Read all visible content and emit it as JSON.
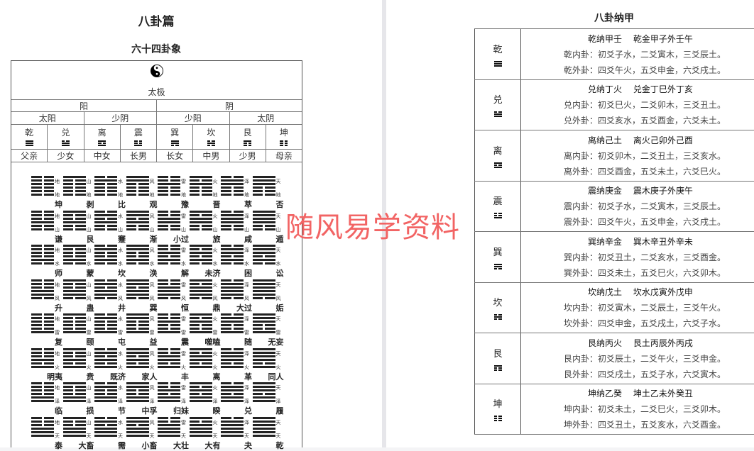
{
  "left": {
    "title": "八卦篇",
    "subtitle": "六十四卦象",
    "taiji_icon": "yin-yang-icon",
    "taiji": "太极",
    "level1": [
      "阳",
      "阴"
    ],
    "level2": [
      "太阳",
      "少阴",
      "少阳",
      "太阴"
    ],
    "trigrams": [
      {
        "name": "乾",
        "lines": "111"
      },
      {
        "name": "兑",
        "lines": "110"
      },
      {
        "name": "离",
        "lines": "101"
      },
      {
        "name": "震",
        "lines": "100"
      },
      {
        "name": "巽",
        "lines": "011"
      },
      {
        "name": "坎",
        "lines": "010"
      },
      {
        "name": "艮",
        "lines": "001"
      },
      {
        "name": "坤",
        "lines": "000"
      }
    ],
    "family": [
      "父亲",
      "少女",
      "中女",
      "长男",
      "长女",
      "中男",
      "少男",
      "母亲"
    ],
    "grid_trigrams": [
      {
        "label": "地",
        "lines": "000"
      },
      {
        "label": "山",
        "lines": "001"
      },
      {
        "label": "水",
        "lines": "010"
      },
      {
        "label": "风",
        "lines": "011"
      },
      {
        "label": "雷",
        "lines": "100"
      },
      {
        "label": "火",
        "lines": "101"
      },
      {
        "label": "泽",
        "lines": "110"
      },
      {
        "label": "天",
        "lines": "111"
      }
    ],
    "hexagram_names": [
      [
        "坤",
        "剥",
        "比",
        "观",
        "豫",
        "晋",
        "萃",
        "否"
      ],
      [
        "谦",
        "艮",
        "蹇",
        "渐",
        "小过",
        "旅",
        "咸",
        "遁"
      ],
      [
        "师",
        "蒙",
        "坎",
        "涣",
        "解",
        "未济",
        "困",
        "讼"
      ],
      [
        "升",
        "蛊",
        "井",
        "巽",
        "恒",
        "鼎",
        "大过",
        "姤"
      ],
      [
        "复",
        "颐",
        "屯",
        "益",
        "震",
        "噬嗑",
        "随",
        "无妄"
      ],
      [
        "明夷",
        "贲",
        "既济",
        "家人",
        "丰",
        "离",
        "革",
        "同人"
      ],
      [
        "临",
        "损",
        "节",
        "中孚",
        "归妹",
        "睽",
        "兑",
        "履"
      ],
      [
        "泰",
        "大畜",
        "需",
        "小畜",
        "大壮",
        "大有",
        "夬",
        "乾"
      ]
    ]
  },
  "watermark": "随风易学资料",
  "watermark_color": "#f26464",
  "right": {
    "title": "八卦纳甲",
    "rows": [
      {
        "name": "乾",
        "lines": "111",
        "head": "乾纳甲壬　 乾金甲子外壬午",
        "inner": "乾内卦：初爻子水，二爻寅木，三爻辰土。",
        "outer": "乾外卦：四爻午火，五爻申金，六爻戌土。"
      },
      {
        "name": "兑",
        "lines": "110",
        "head": "兑纳丁火　 兑金丁巳外丁亥",
        "inner": "兑内卦：初爻巳火，二爻卯木，三爻丑土。",
        "outer": "兑外卦：四爻亥水，五爻酉金，六爻未土。"
      },
      {
        "name": "离",
        "lines": "101",
        "head": "离纳己土　 离火己卯外己酉",
        "inner": "离内卦：初爻卯木，二爻丑土，三爻亥水。",
        "outer": "离外卦：四爻酉金，五爻未土，六爻巳火。"
      },
      {
        "name": "震",
        "lines": "100",
        "head": "震纳庚金　 震木庚子外庚午",
        "inner": "震内卦：初爻子水，二爻寅木，三爻辰土。",
        "outer": "震外卦：四爻午火，五爻申金，六爻戌土。"
      },
      {
        "name": "巽",
        "lines": "011",
        "head": "巽纳辛金　 巽木辛丑外辛未",
        "inner": "巽内卦：初爻丑土，二爻亥水，三爻酉金。",
        "outer": "巽外卦：四爻未土，五爻巳火，六爻卯木。"
      },
      {
        "name": "坎",
        "lines": "010",
        "head": "坎纳戊土　 坎水戊寅外戊申",
        "inner": "坎内卦：初爻寅木，二爻辰土，三爻午火。",
        "outer": "坎外卦：四爻申金，五爻戌土，六爻子水。"
      },
      {
        "name": "艮",
        "lines": "001",
        "head": "艮纳丙火　 艮土丙辰外丙戌",
        "inner": "艮内卦：初爻辰土，二爻午火，三爻申金。",
        "outer": "艮外卦：四爻戌土，五爻子水，六爻寅木。"
      },
      {
        "name": "坤",
        "lines": "000",
        "head": "坤纳乙癸　 坤土乙未外癸丑",
        "inner": "坤内卦：初爻未土，二爻巳火，三爻卯木。",
        "outer": "坤外卦：四爻丑土，五爻亥水，六爻酉金。"
      }
    ]
  }
}
